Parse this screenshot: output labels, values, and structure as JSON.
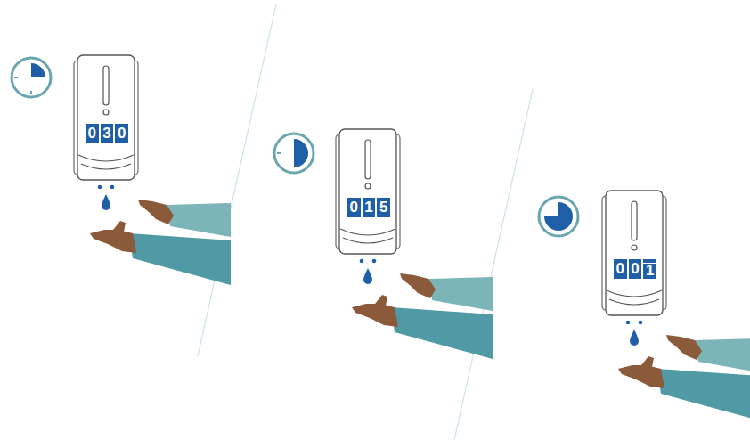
{
  "diagram": {
    "nodes": [
      {
        "text": [
          "0",
          "3",
          "0"
        ]
      },
      {
        "text": [
          "0",
          "1",
          "5"
        ]
      },
      {
        "text": [
          "0",
          "0",
          "1"
        ]
      }
    ]
  }
}
